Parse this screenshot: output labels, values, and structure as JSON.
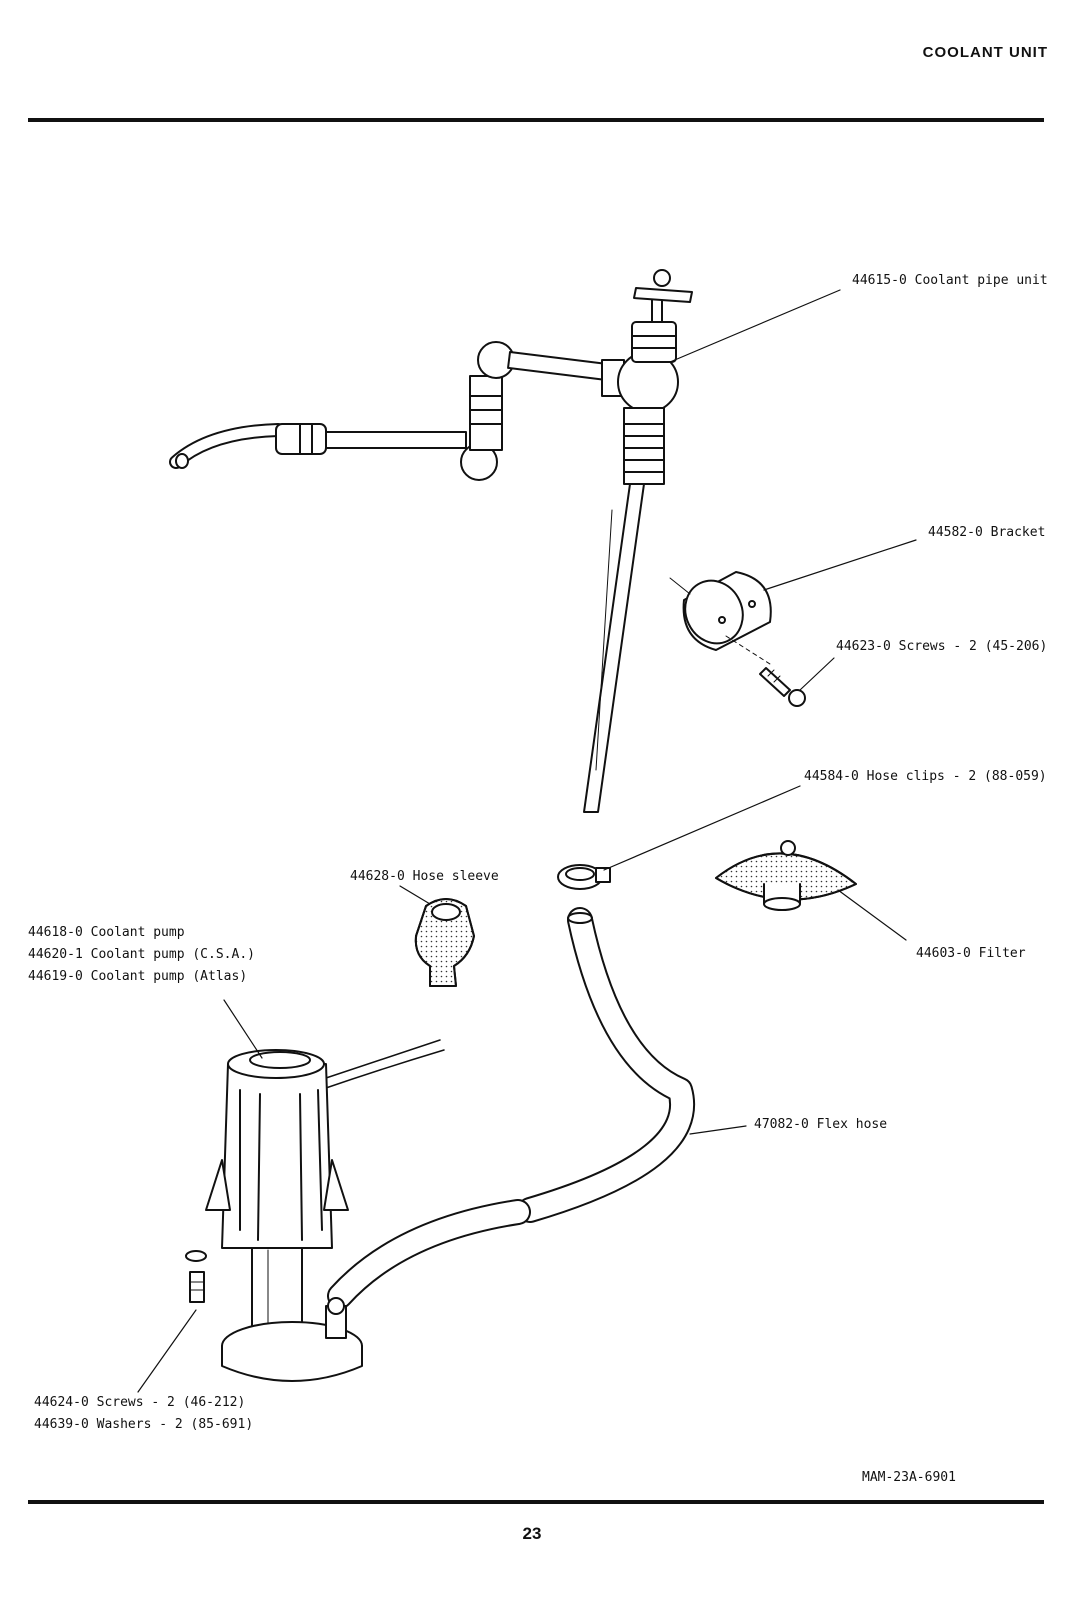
{
  "header": {
    "title": "COOLANT UNIT"
  },
  "footer": {
    "drawing_ref": "MAM-23A-6901",
    "page_number": "23"
  },
  "callouts": {
    "coolant_pipe_unit": "44615-0 Coolant pipe unit",
    "bracket": "44582-0 Bracket",
    "screws_bracket": "44623-0 Screws - 2 (45-206)",
    "hose_clips": "44584-0 Hose clips - 2 (88-059)",
    "hose_sleeve": "44628-0 Hose sleeve",
    "filter": "44603-0 Filter",
    "flex_hose": "47082-0 Flex hose",
    "pump_lines": [
      "44618-0 Coolant pump",
      "44620-1 Coolant pump (C.S.A.)",
      "44619-0 Coolant pump (Atlas)"
    ],
    "screws_washers_lines": [
      "44624-0 Screws - 2 (46-212)",
      "44639-0 Washers - 2 (85-691)"
    ]
  }
}
